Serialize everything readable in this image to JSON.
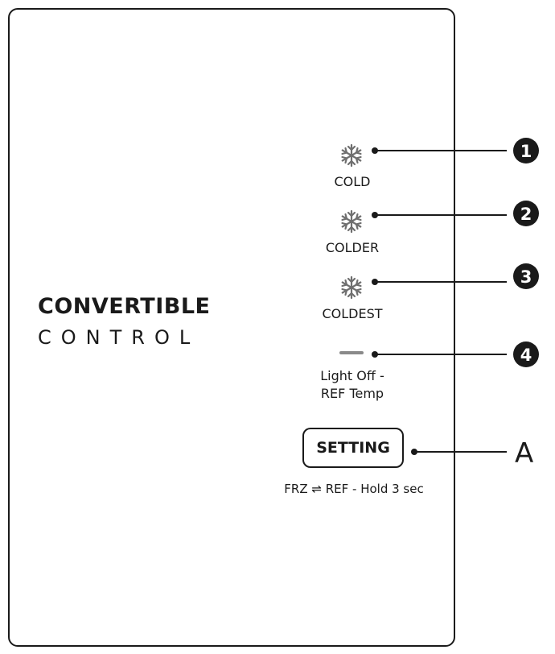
{
  "panel": {
    "title_line1": "CONVERTIBLE",
    "title_line2": "CONTROL"
  },
  "modes": [
    {
      "label": "COLD",
      "icon": "snowflake-icon",
      "callout": "1"
    },
    {
      "label": "COLDER",
      "icon": "snowflake-icon",
      "callout": "2"
    },
    {
      "label": "COLDEST",
      "icon": "snowflake-icon",
      "callout": "3"
    }
  ],
  "light_off": {
    "label_line1": "Light Off -",
    "label_line2": "REF Temp",
    "icon": "dash-indicator-icon",
    "callout": "4"
  },
  "setting": {
    "button_label": "SETTING",
    "hint": "FRZ ⇌ REF - Hold 3 sec",
    "callout": "A"
  },
  "colors": {
    "line": "#1a1a1a",
    "indicator": "#8a8a8a",
    "snowflake": "#6f6f6f"
  }
}
